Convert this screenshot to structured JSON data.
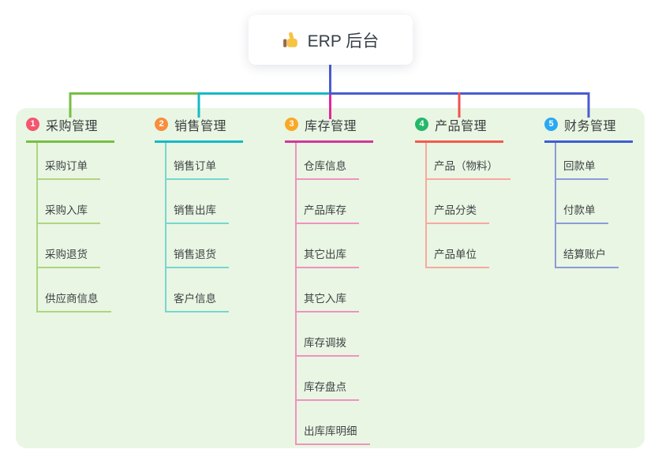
{
  "root": {
    "label": "ERP 后台",
    "icon": "thumbs-up-icon"
  },
  "canvas": {
    "background": "#ffffff",
    "panel_color": "#e9f6e3",
    "root_connector_color": "#4a5bd0",
    "root_text_color": "#37404a"
  },
  "branches": [
    {
      "number": "1",
      "label": "采购管理",
      "badge_color": "#f4566e",
      "line_color": "#76bf45",
      "child_line_color": "#aed581",
      "children": [
        "采购订单",
        "采购入库",
        "采购退货",
        "供应商信息"
      ]
    },
    {
      "number": "2",
      "label": "销售管理",
      "badge_color": "#f78e3d",
      "line_color": "#17b9c5",
      "child_line_color": "#76d6cf",
      "children": [
        "销售订单",
        "销售出库",
        "销售退货",
        "客户信息"
      ]
    },
    {
      "number": "3",
      "label": "库存管理",
      "badge_color": "#f9a825",
      "line_color": "#d2379b",
      "drop_color": "#e3269e",
      "child_line_color": "#f191c1",
      "children": [
        "仓库信息",
        "产品库存",
        "其它出库",
        "其它入库",
        "库存调拨",
        "库存盘点",
        "出库库明细"
      ]
    },
    {
      "number": "4",
      "label": "产品管理",
      "badge_color": "#26b76a",
      "line_color": "#f15b4f",
      "drop_color": "#ee5253",
      "child_line_color": "#f8a8a0",
      "children": [
        "产品（物料）",
        "产品分类",
        "产品单位"
      ]
    },
    {
      "number": "5",
      "label": "财务管理",
      "badge_color": "#2aa9f2",
      "line_color": "#3e5cd5",
      "child_line_color": "#8b9bdb",
      "children": [
        "回款单",
        "付款单",
        "结算账户"
      ]
    }
  ]
}
